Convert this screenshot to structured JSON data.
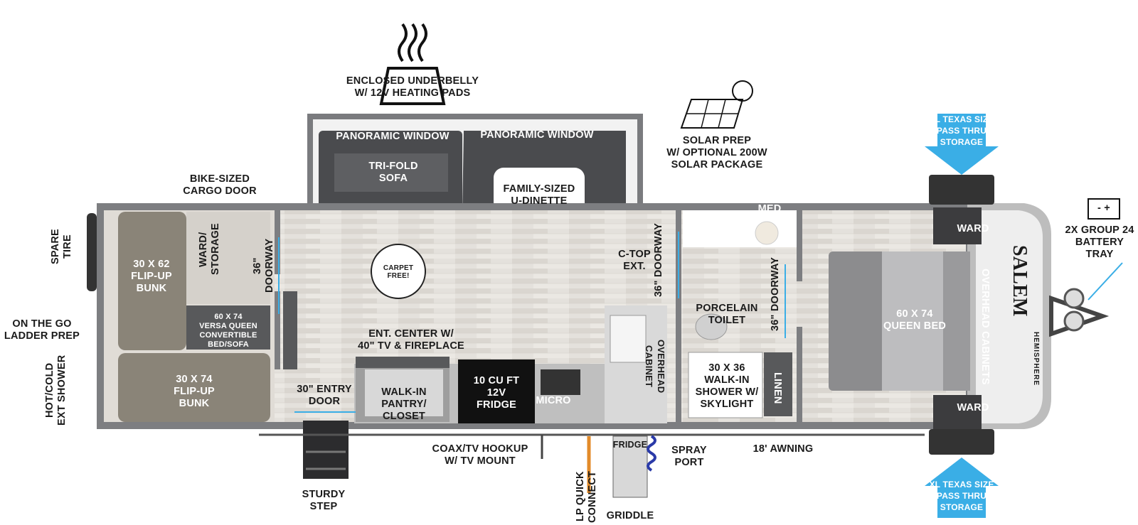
{
  "features": {
    "underbelly": "ENCLOSED UNDERBELLY\nW/ 12V HEATING PADS",
    "solar": "SOLAR PREP\nW/ OPTIONAL 200W\nSOLAR PACKAGE",
    "pass_thru_top": "XL TEXAS SIZE\nPASS THRU\nSTORAGE",
    "pass_thru_bottom": "XL TEXAS SIZE\nPASS THRU\nSTORAGE",
    "battery": "2X GROUP 24\nBATTERY\nTRAY",
    "bike_door": "BIKE-SIZED\nCARGO DOOR",
    "spare_tire": "SPARE\nTIRE",
    "ladder": "ON THE GO\nLADDER PREP",
    "ext_shower": "HOT/COLD\nEXT SHOWER",
    "sturdy_step": "STURDY\nSTEP",
    "coax": "COAX/TV HOOKUP\nW/ TV MOUNT",
    "lp": "LP QUICK\nCONNECT",
    "griddle": "GRIDDLE",
    "fridge_ext": "FRIDGE",
    "spray_port": "SPRAY\nPORT",
    "awning": "18' AWNING",
    "battery_symbol": "- +"
  },
  "rooms": {
    "panoramic_left": "PANORAMIC WINDOW",
    "panoramic_right": "PANORAMIC WINDOW",
    "sofa": "TRI-FOLD\nSOFA",
    "dinette": "FAMILY-SIZED\nU-DINETTE",
    "bunk_top": "30 X 62\nFLIP-UP\nBUNK",
    "bunk_bottom": "30 X 74\nFLIP-UP\nBUNK",
    "ward_storage": "WARD/\nSTORAGE",
    "doorway_36_left": "36\"\nDOORWAY",
    "versa": "60 X 74\nVERSA QUEEN\nCONVERTIBLE\nBED/SOFA",
    "carpet_free": "CARPET FREE!",
    "ent_center": "ENT. CENTER W/\n40\" TV & FIREPLACE",
    "entry_door": "30\" ENTRY\nDOOR",
    "pantry": "WALK-IN\nPANTRY/\nCLOSET",
    "fridge": "10 CU FT\n12V\nFRIDGE",
    "micro": "MICRO",
    "ctop": "C-TOP\nEXT.",
    "doorway_36_mid": "36\" DOORWAY",
    "overhead_cabinet": "OVERHEAD\nCABINET",
    "med": "MED",
    "toilet": "PORCELAIN\nTOILET",
    "shower": "30 X 36\nWALK-IN\nSHOWER W/\nSKYLIGHT",
    "linen": "LINEN",
    "doorway_36_right": "36\" DOORWAY",
    "ward_top": "WARD",
    "ward_bottom": "WARD",
    "queen_bed": "60 X  74\nQUEEN BED",
    "overhead_cabinets": "OVERHEAD CABINETS",
    "brand": "SALEM",
    "brand_sub": "HEMISPHERE"
  },
  "colors": {
    "floor": "#e7e4df",
    "wall": "#5c5c5e",
    "sofa": "#4a4b4e",
    "bunk": "#8a8478",
    "accent_blue": "#3aaee6",
    "fridge": "#111111"
  }
}
